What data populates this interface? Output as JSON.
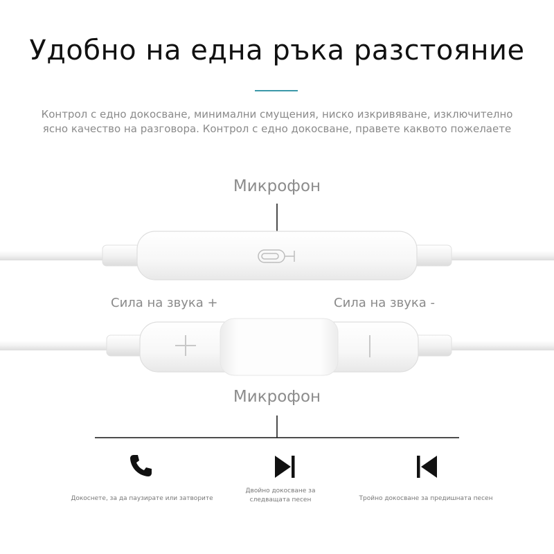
{
  "title": "Удобно на една ръка разстояние",
  "description": {
    "line1": "Контрол с едно докосване, минимални смущения, ниско изкривяване, изключително",
    "line2": "ясно качество на разговора. Контрол с едно докосване, правете каквото пожелаете"
  },
  "labels": {
    "microphone_top": "Микрофон",
    "microphone_bottom": "Микрофон",
    "volume_up": "Сила на звука +",
    "volume_down": "Сила на звука -"
  },
  "controls": [
    {
      "icon": "phone-icon",
      "caption": "Докоснете, за да паузирате или затворите"
    },
    {
      "icon": "next-track-icon",
      "caption": "Двойно докосване за следващата песен"
    },
    {
      "icon": "previous-track-icon",
      "caption": "Тройно докосване за предишната песен"
    }
  ],
  "colors": {
    "accent": "#3a97a8",
    "text": "#111111",
    "muted": "#8a8a8a"
  }
}
